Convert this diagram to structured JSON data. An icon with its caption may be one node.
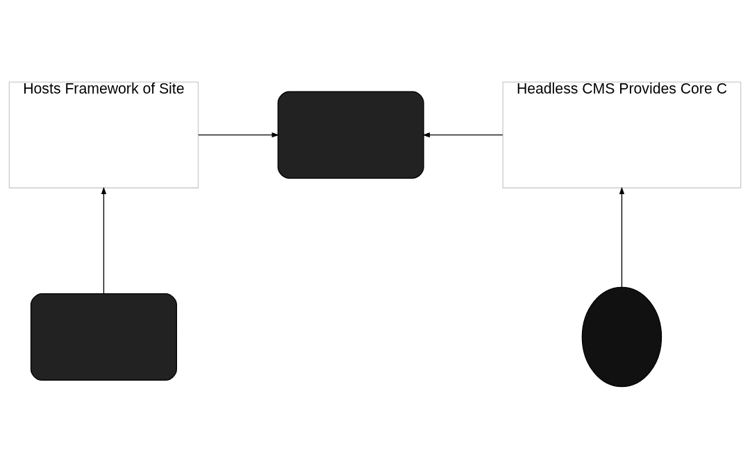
{
  "diagram": {
    "nodes": [
      {
        "text": [
          "Hosts Framework of Site"
        ]
      },
      {
        "text": [],
        "shape": "box"
      },
      {
        "text": [
          "Headless CMS Provides Core C"
        ]
      },
      {
        "text": [],
        "shape": "box"
      },
      {
        "text": [],
        "shape": "person"
      }
    ],
    "edges": [
      {
        "from": 3,
        "to": 0,
        "arrow": "to"
      },
      {
        "from": 0,
        "to": 1,
        "arrow": "to"
      },
      {
        "from": 2,
        "to": 1,
        "arrow": "to"
      },
      {
        "from": 4,
        "to": 2,
        "arrow": "to"
      }
    ]
  }
}
